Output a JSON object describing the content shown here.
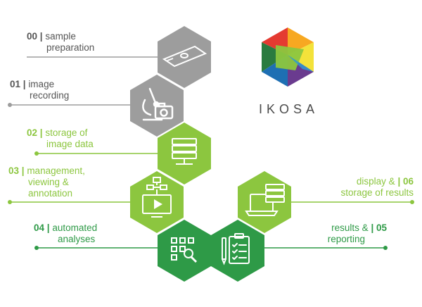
{
  "colors": {
    "grey": "#9d9d9d",
    "light_green": "#8cc63f",
    "mid_green": "#58b046",
    "dark_green": "#2e9a47",
    "text_grey": "#555555"
  },
  "brand": {
    "name": "IKOSA"
  },
  "steps": [
    {
      "num": "00 |",
      "line1": "sample",
      "line2": "preparation",
      "color": "#9d9d9d",
      "icon": "microscope-slide-icon"
    },
    {
      "num": "01 |",
      "line1": "image",
      "line2": "recording",
      "color": "#9d9d9d",
      "icon": "microscope-camera-icon"
    },
    {
      "num": "02 |",
      "line1": "storage of",
      "line2": "image data",
      "color": "#8cc63f",
      "icon": "server-icon"
    },
    {
      "num": "03 |",
      "line1": "management,",
      "line2": "viewing &",
      "line3": "annotation",
      "color": "#8cc63f",
      "icon": "flowchart-monitor-icon"
    },
    {
      "num": "04 |",
      "line1": "automated",
      "line2": "analyses",
      "color": "#2e9a47",
      "icon": "analysis-magnifier-icon"
    },
    {
      "num": "| 05",
      "line1": "results &",
      "line2": "reporting",
      "color": "#2e9a47",
      "icon": "clipboard-report-icon"
    },
    {
      "num": "| 06",
      "line1": "display &",
      "line2": "storage of results",
      "color": "#8cc63f",
      "icon": "laptop-server-icon"
    }
  ]
}
